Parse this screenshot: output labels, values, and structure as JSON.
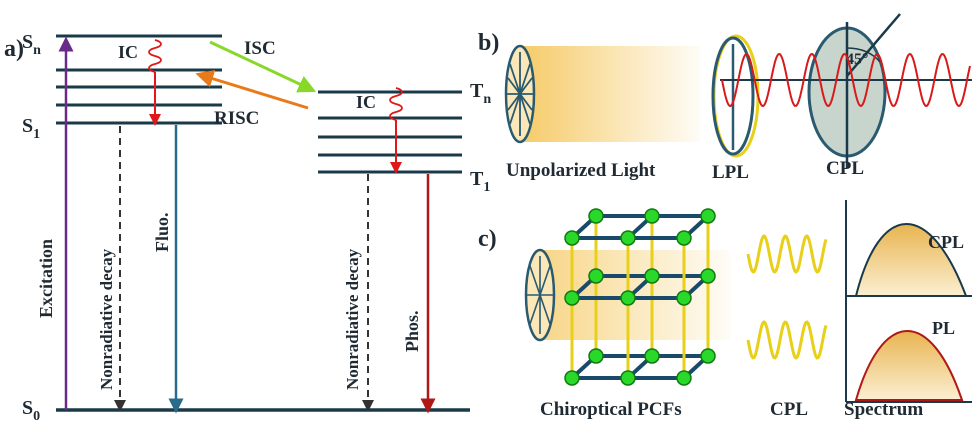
{
  "panels": {
    "a": {
      "label": "a)",
      "levels": {
        "sn": "S",
        "sn_sub": "n",
        "s1": "S",
        "s1_sub": "1",
        "s0": "S",
        "s0_sub": "0",
        "tn": "T",
        "tn_sub": "n",
        "t1": "T",
        "t1_sub": "1"
      },
      "ic_singlet": "IC",
      "ic_triplet": "IC",
      "isc": "ISC",
      "risc": "RISC",
      "excitation": "Excitation",
      "nonrad_singlet": "Nonradiative decay",
      "fluo": "Fluo.",
      "nonrad_triplet": "Nonradiative decay",
      "phos": "Phos."
    },
    "b": {
      "label": "b)",
      "unpolarized": "Unpolarized Light",
      "lpl": "LPL",
      "cpl": "CPL",
      "angle": "45°"
    },
    "c": {
      "label": "c)",
      "pcf": "Chiroptical PCFs",
      "cpl_wave": "CPL",
      "spectrum": "Spectrum",
      "spec_cpl": "CPL",
      "spec_pl": "PL"
    }
  },
  "colors": {
    "level": "#1a3a4a",
    "excitation": "#6a2a8a",
    "fluo": "#2a6a8a",
    "phos": "#b01818",
    "isc": "#88d82a",
    "risc": "#e87a1a",
    "ic": "#e01818",
    "cpl_wave": "#d81a1a",
    "frame_rod": "#1a4a6a",
    "frame_yellow": "#e8d018",
    "node": "#2ad82a",
    "beam": "#f5c860"
  }
}
